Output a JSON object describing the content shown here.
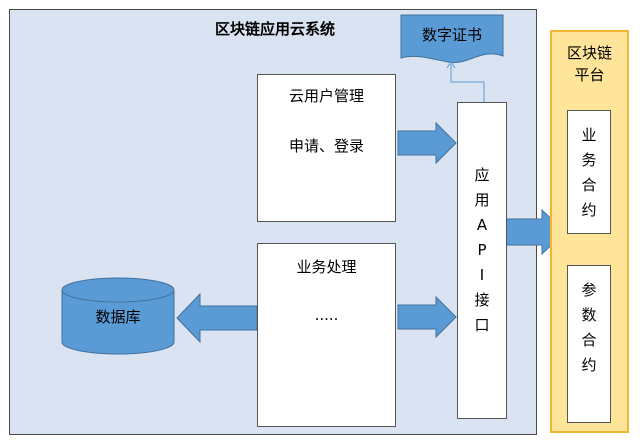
{
  "cloud_system": {
    "title": "区块链应用云系统"
  },
  "certificate": {
    "label": "数字证书"
  },
  "user_mgmt": {
    "title": "云用户管理",
    "subtitle": "申请、登录"
  },
  "business": {
    "title": "业务处理",
    "ellipsis": "....."
  },
  "database": {
    "label": "数据库"
  },
  "api": {
    "chars": [
      "应",
      "用",
      "A",
      "P",
      "I",
      "接",
      "口"
    ]
  },
  "platform": {
    "title_line1": "区块链",
    "title_line2": "平台"
  },
  "business_contract": {
    "chars": [
      "业",
      "务",
      "合",
      "约"
    ]
  },
  "param_contract": {
    "chars": [
      "参",
      "数",
      "合",
      "约"
    ]
  },
  "colors": {
    "cloud_bg": "#dae3f1",
    "arrow_fill": "#5b9bd5",
    "arrow_stroke": "#41719c",
    "platform_bg": "#fee599",
    "platform_border": "#f4b532"
  }
}
